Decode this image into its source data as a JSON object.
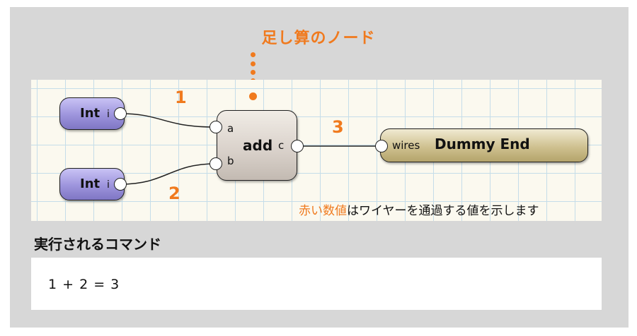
{
  "diagram": {
    "node_title": "足し算のノード",
    "int_node_1": {
      "label": "Int",
      "port": "i"
    },
    "int_node_2": {
      "label": "Int",
      "port": "i"
    },
    "add_node": {
      "label": "add",
      "input_a": "a",
      "input_b": "b",
      "output_c": "c"
    },
    "dummy_node": {
      "label": "Dummy End",
      "port": "wires"
    },
    "wire_values": {
      "wire_1": "1",
      "wire_2": "2",
      "wire_3": "3"
    },
    "caption": {
      "highlight": "赤い数値",
      "rest": "はワイヤーを通過する値を示します"
    }
  },
  "command": {
    "title": "実行されるコマンド",
    "text": "1 + 2 = 3"
  },
  "colors": {
    "accent_orange": "#f07a1e",
    "grid_line": "#c5dde9",
    "canvas_bg": "#fbf9ef",
    "int_node": "#9d94dc",
    "add_node": "#d8d0c9",
    "dummy_node": "#cfc190"
  }
}
